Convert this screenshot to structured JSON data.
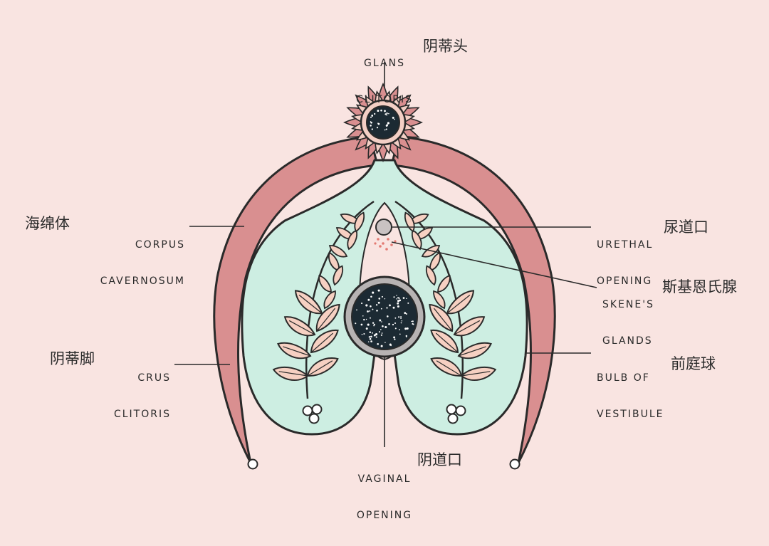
{
  "labels": {
    "glans": {
      "en_line1": "GLANS",
      "en_line2": "CLITORIS",
      "cn": "阴蒂头"
    },
    "corpus": {
      "en_line1": "CORPUS",
      "en_line2": "CAVERNOSUM",
      "cn": "海绵体"
    },
    "urethral": {
      "en_line1": "URETHAL",
      "en_line2": "OPENING",
      "cn": "尿道口"
    },
    "skenes": {
      "en_line1": "SKENE'S",
      "en_line2": "GLANDS",
      "cn": "斯基恩氏腺"
    },
    "crus": {
      "en_line1": "CRUS",
      "en_line2": "CLITORIS",
      "cn": "阴蒂脚"
    },
    "bulb": {
      "en_line1": "BULB OF",
      "en_line2": "VESTIBULE",
      "cn": "前庭球"
    },
    "vaginal": {
      "en_line1": "VAGINAL",
      "en_line2": "OPENING",
      "cn": "阴道口"
    }
  },
  "colors": {
    "background": "#f9e4e1",
    "crus_fill": "#d98f90",
    "bulb_fill": "#cdeee2",
    "leaf_fill": "#f6d0c2",
    "outline": "#2a2a2a",
    "dark_opening": "#1c2a33",
    "opening_ring": "#9a9a9a"
  }
}
